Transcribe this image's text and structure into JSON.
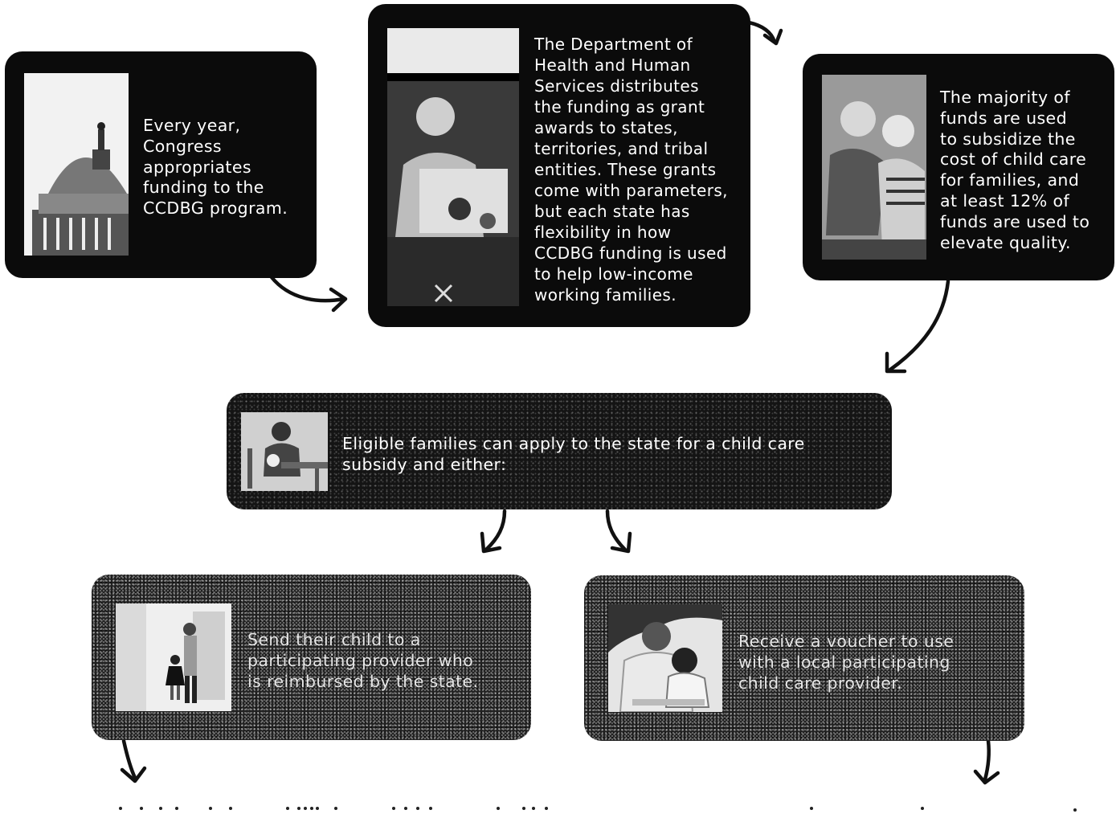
{
  "boxes": {
    "congress": {
      "text": "Every year,\nCongress\nappropriates\nfunding to the\nCCDBG program."
    },
    "hhs": {
      "text": "The Department of\nHealth and Human\nServices distributes\nthe funding as grant\nawards to states,\nterritories, and tribal\nentities. These grants\ncome with parameters,\nbut each state has\nflexibility in how\nCCDBG funding is used\nto help low-income\nworking families."
    },
    "majority": {
      "text": "The majority of\nfunds are used\nto subsidize the\ncost of child care\nfor families, and\nat least 12% of\nfunds are used to\nelevate quality."
    },
    "eligible": {
      "text": "Eligible families can apply to the state for a child care\nsubsidy and either:"
    },
    "send_child": {
      "text": "Send their child to a\nparticipating provider who\nis reimbursed by the state."
    },
    "voucher": {
      "text": "Receive a voucher to use\nwith a local participating\nchild care provider."
    }
  },
  "colors": {
    "box": "#0b0b0b",
    "text": "#ffffff",
    "arrow": "#111111"
  },
  "icons": {
    "capitol": "capitol-building-photo",
    "worker": "worker-photo",
    "children": "children-playing-photo",
    "family": "family-at-table-photo",
    "child_walk": "child-walking-photo",
    "voucher": "caregiver-with-child-photo"
  }
}
